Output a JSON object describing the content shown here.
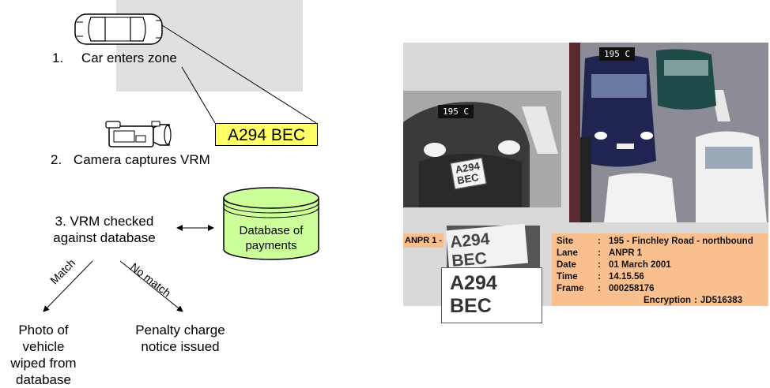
{
  "steps": {
    "s1_num": "1.",
    "s1_text": "Car enters zone",
    "plate": "A294 BEC",
    "s2_num": "2.",
    "s2_text": "Camera captures VRM",
    "s3_line1": "3.  VRM checked",
    "s3_line2": "against database",
    "database_label_1": "Database of",
    "database_label_2": "payments",
    "match_label": "Match",
    "nomatch_label": "No match",
    "outcome_match_1": "Photo of vehicle",
    "outcome_match_2": "wiped from",
    "outcome_match_3": "database",
    "outcome_nomatch_1": "Penalty charge",
    "outcome_nomatch_2": "notice issued"
  },
  "screen": {
    "overlay_small": "195 C",
    "overlay_color": "195 C",
    "photo_plate_1": "A294",
    "photo_plate_2": "BEC",
    "lane_tag": "ANPR 1 -",
    "crop_plate_1": "A294",
    "crop_plate_2": "BEC",
    "big_plate_1": "A294",
    "big_plate_2": "BEC",
    "info": {
      "site_k": "Site",
      "site_v": "195 - Finchley Road - northbound",
      "lane_k": "Lane",
      "lane_v": "ANPR 1",
      "date_k": "Date",
      "date_v": "01 March 2001",
      "time_k": "Time",
      "time_v": "14.15.56",
      "frame_k": "Frame",
      "frame_v": "000258176",
      "enc_k": "Encryption",
      "enc_v": "JD516383"
    }
  },
  "colors": {
    "plate_yellow": "#ffff66",
    "database_green": "#ccff99",
    "zone_grey": "#e0e0e0",
    "info_orange": "#f9bf8f"
  }
}
